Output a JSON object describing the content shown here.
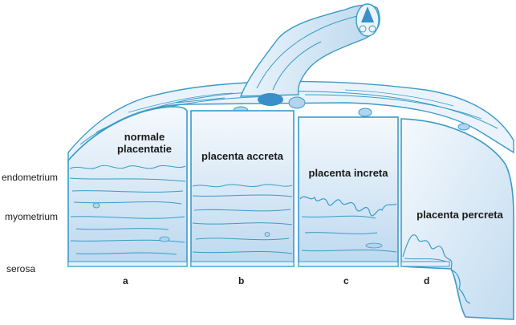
{
  "layers": {
    "endometrium": "endometrium",
    "myometrium": "myometrium",
    "serosa": "serosa"
  },
  "panels": [
    {
      "letter": "a",
      "title_line1": "normale",
      "title_line2": "placentatie"
    },
    {
      "letter": "b",
      "title": "placenta accreta"
    },
    {
      "letter": "c",
      "title": "placenta increta"
    },
    {
      "letter": "d",
      "title": "placenta percreta"
    }
  ],
  "colors": {
    "outline": "#3a9bc8",
    "fill_light": "#eef6fc",
    "fill_mid": "#cde3f4",
    "fill_dark": "#a9cde9",
    "vessel": "#3a8fc8",
    "text": "#1a1a1a"
  }
}
